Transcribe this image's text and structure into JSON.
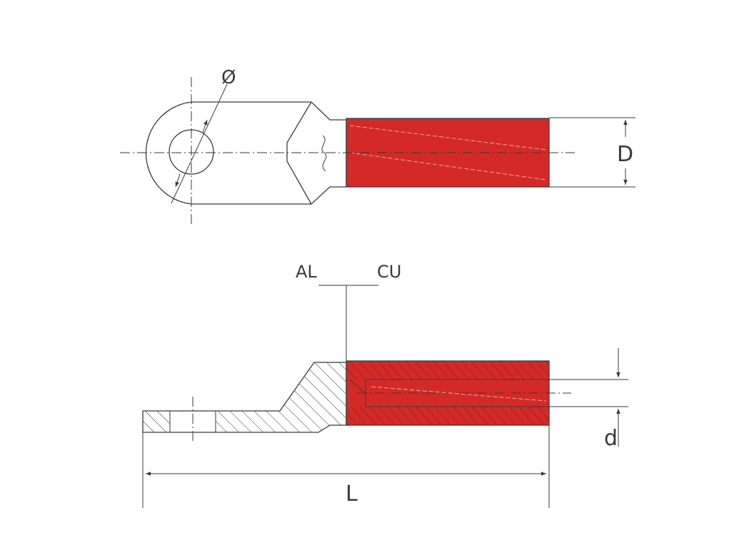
{
  "diagram": {
    "labels": {
      "diameter_symbol": "Ø",
      "width_label": "D",
      "al_label": "AL",
      "cu_label": "CU",
      "bore_label": "d",
      "length_label": "L"
    },
    "colors": {
      "copper_red": "#d32a27",
      "line": "#3a3a3a",
      "background": "#ffffff"
    }
  }
}
